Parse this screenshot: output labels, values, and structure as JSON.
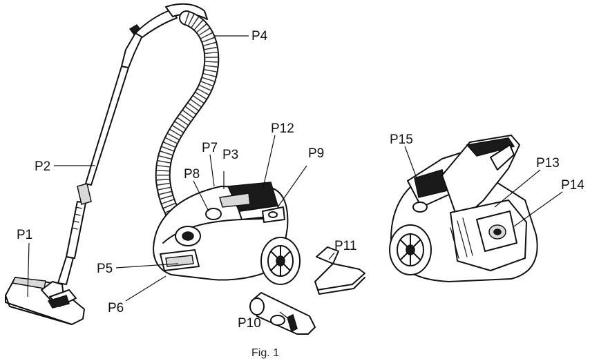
{
  "figure": {
    "caption": "Fig. 1"
  },
  "callouts": {
    "p1": "P1",
    "p2": "P2",
    "p3": "P3",
    "p4": "P4",
    "p5": "P5",
    "p6": "P6",
    "p7": "P7",
    "p8": "P8",
    "p9": "P9",
    "p10": "P10",
    "p11": "P11",
    "p12": "P12",
    "p13": "P13",
    "p14": "P14",
    "p15": "P15"
  }
}
